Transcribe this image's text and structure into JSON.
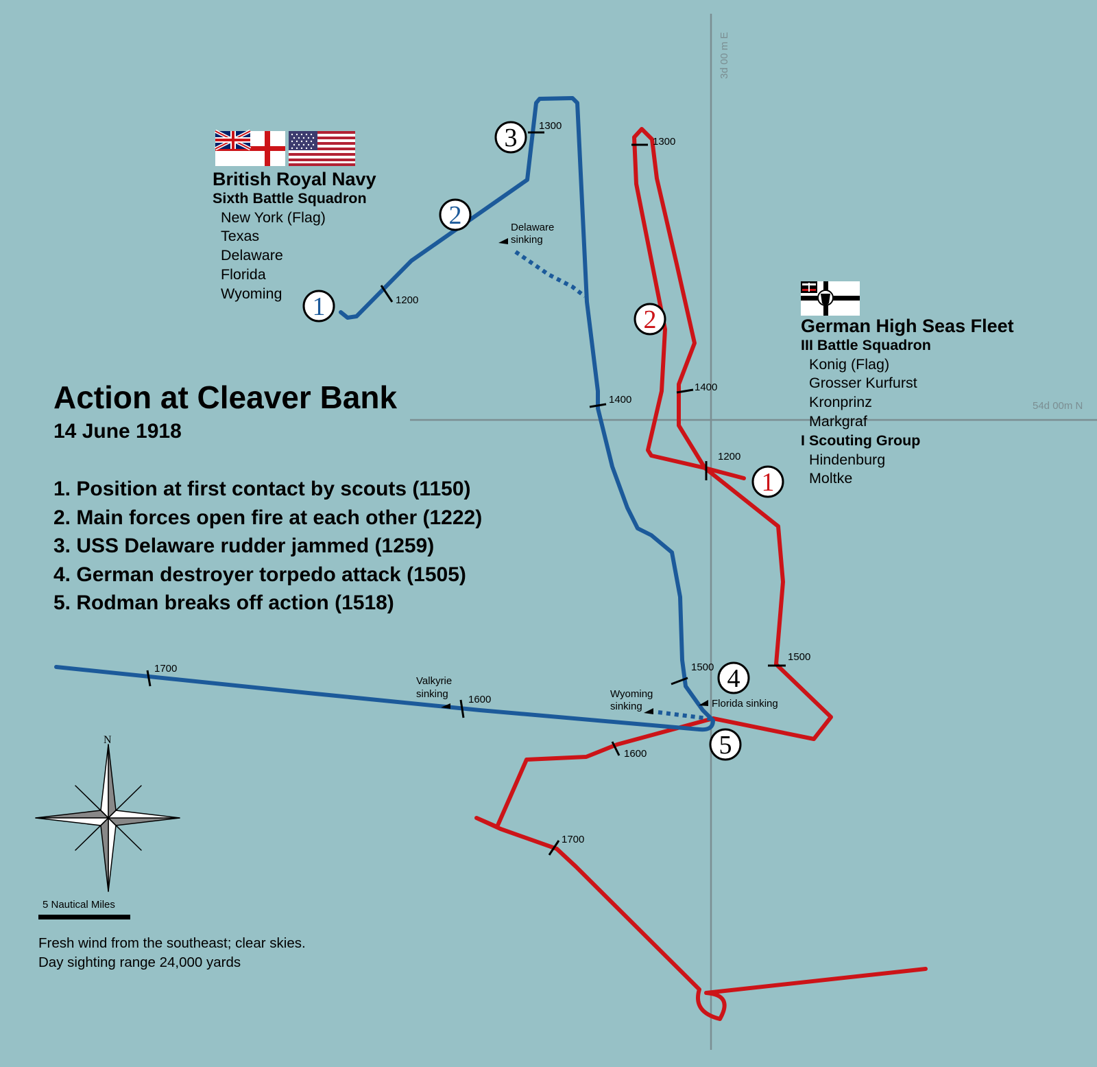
{
  "title": "Action at Cleaver Bank",
  "date": "14 June 1918",
  "legend": [
    "1. Position at first contact by scouts (1150)",
    "2. Main forces open fire at each other (1222)",
    "3. USS Delaware rudder jammed (1259)",
    "4. German destroyer torpedo attack (1505)",
    "5. Rodman breaks off action (1518)"
  ],
  "allied": {
    "fleet": "British Royal Navy",
    "squadron": "Sixth Battle Squadron",
    "ships": [
      "New York (Flag)",
      "Texas",
      "Delaware",
      "Florida",
      "Wyoming"
    ],
    "color": "#1c5a9a"
  },
  "german": {
    "fleet": "German High Seas Fleet",
    "squadron": "III Battle Squadron",
    "ships": [
      "Konig (Flag)",
      "Grosser Kurfurst",
      "Kronprinz",
      "Markgraf"
    ],
    "group": "I Scouting Group",
    "group_ships": [
      "Hindenburg",
      "Moltke"
    ],
    "color": "#cc1418"
  },
  "grid": {
    "meridian_label": "3d 00 m E",
    "parallel_label": "54d 00m N"
  },
  "time_marks": {
    "allied": [
      "1200",
      "1300",
      "1400",
      "1500",
      "1600",
      "1700"
    ],
    "german": [
      "1200",
      "1300",
      "1400",
      "1500",
      "1600",
      "1700"
    ]
  },
  "events": {
    "delaware_sinking": [
      "Delaware",
      "sinking"
    ],
    "valkyrie_sinking": [
      "Valkyrie",
      "sinking"
    ],
    "wyoming_sinking": [
      "Wyoming",
      "sinking"
    ],
    "florida_sinking": "Florida sinking"
  },
  "markers": {
    "allied": [
      "1",
      "2",
      "3"
    ],
    "german": [
      "1",
      "2"
    ],
    "common": [
      "4",
      "5"
    ]
  },
  "compass": {
    "north": "N"
  },
  "scale": "5 Nautical Miles",
  "weather": [
    "Fresh wind from the southeast; clear skies.",
    "Day sighting range 24,000 yards"
  ],
  "colors": {
    "sea": "#97c1c6",
    "grid": "#7b8e92"
  }
}
